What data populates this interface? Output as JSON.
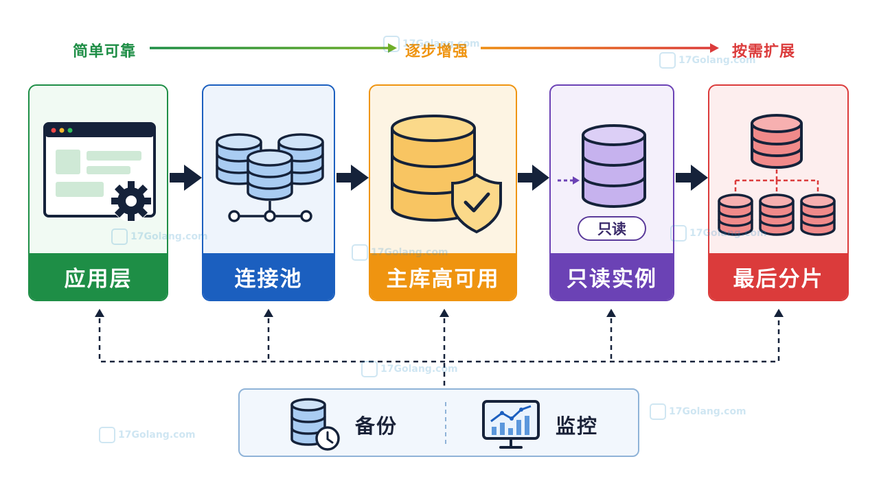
{
  "stages": [
    "简单可靠",
    "逐步增强",
    "按需扩展"
  ],
  "cards": [
    {
      "label": "应用层"
    },
    {
      "label": "连接池"
    },
    {
      "label": "主库高可用"
    },
    {
      "label": "只读实例",
      "badge": "只读"
    },
    {
      "label": "最后分片"
    }
  ],
  "support": {
    "backup": "备份",
    "monitor": "监控"
  },
  "watermark": "17Golang.com",
  "colors": {
    "green": "#1e8e46",
    "blue": "#1b5fbf",
    "orange": "#ef9410",
    "purple": "#6b42b5",
    "red": "#db3b3b",
    "navy": "#15223a"
  }
}
